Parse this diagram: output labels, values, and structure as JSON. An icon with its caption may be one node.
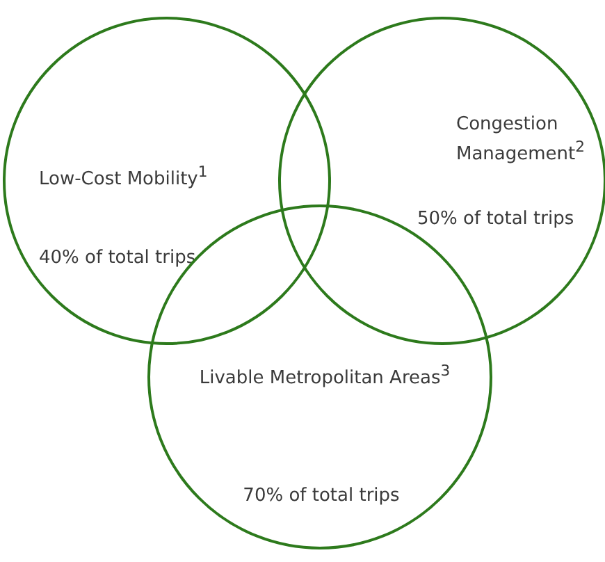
{
  "diagram": {
    "nodes": [
      {
        "text": [
          "Low-Cost Mobility$^{1}$",
          "40% of total trips"
        ]
      },
      {
        "text": [
          "Congestion Management$^{2}$",
          "50% of total trips"
        ]
      },
      {
        "text": [
          "Livable Metropolitan Areas$^{3}$",
          "70% of total trips"
        ]
      }
    ]
  }
}
